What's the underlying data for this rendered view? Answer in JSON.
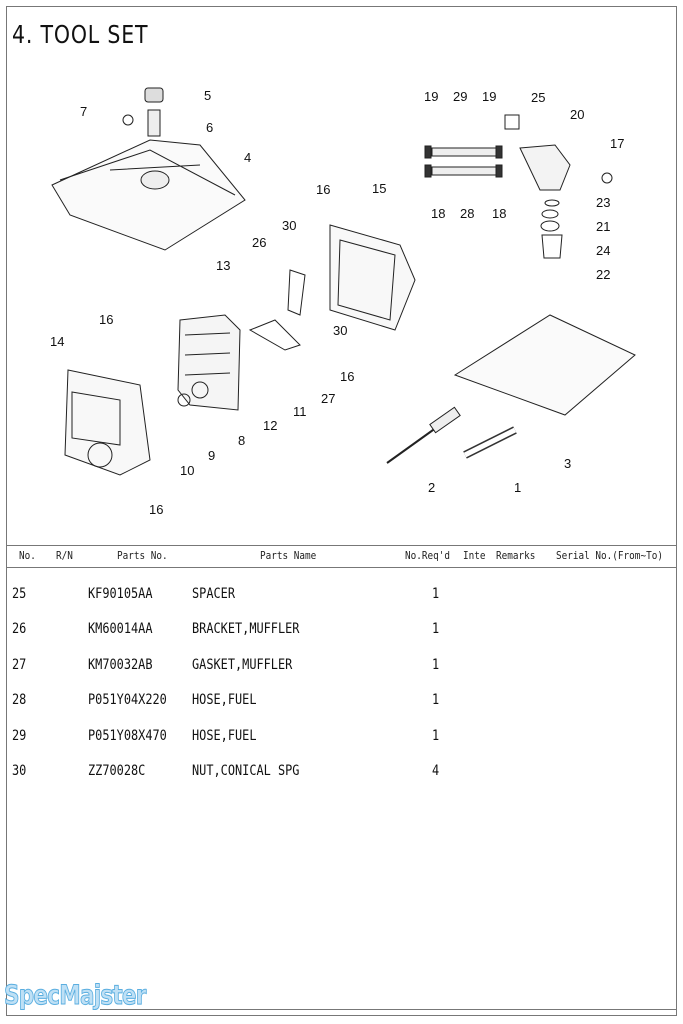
{
  "title": "4. TOOL SET",
  "diagram": {
    "callouts": [
      "5",
      "6",
      "7",
      "4",
      "16",
      "15",
      "30",
      "26",
      "13",
      "16",
      "14",
      "30",
      "16",
      "27",
      "11",
      "12",
      "8",
      "9",
      "10",
      "16",
      "19",
      "29",
      "19",
      "25",
      "20",
      "17",
      "18",
      "28",
      "18",
      "23",
      "21",
      "24",
      "22",
      "3",
      "2",
      "1"
    ]
  },
  "table": {
    "headers": {
      "no": "No.",
      "rn": "R/N",
      "parts_no": "Parts No.",
      "parts_name": "Parts Name",
      "qty": "No.Req'd",
      "inte": "Inte",
      "remarks": "Remarks",
      "serial": "Serial No.(From~To)"
    },
    "rows": [
      {
        "no": "25",
        "parts_no": "KF90105AA",
        "name": "SPACER",
        "qty": "1"
      },
      {
        "no": "26",
        "parts_no": "KM60014AA",
        "name": "BRACKET,MUFFLER",
        "qty": "1"
      },
      {
        "no": "27",
        "parts_no": "KM70032AB",
        "name": "GASKET,MUFFLER",
        "qty": "1"
      },
      {
        "no": "28",
        "parts_no": "P051Y04X220",
        "name": "HOSE,FUEL",
        "qty": "1"
      },
      {
        "no": "29",
        "parts_no": "P051Y08X470",
        "name": "HOSE,FUEL",
        "qty": "1"
      },
      {
        "no": "30",
        "parts_no": "ZZ70028C",
        "name": "NUT,CONICAL SPG",
        "qty": "4"
      }
    ]
  },
  "watermark": "SpecMajster"
}
